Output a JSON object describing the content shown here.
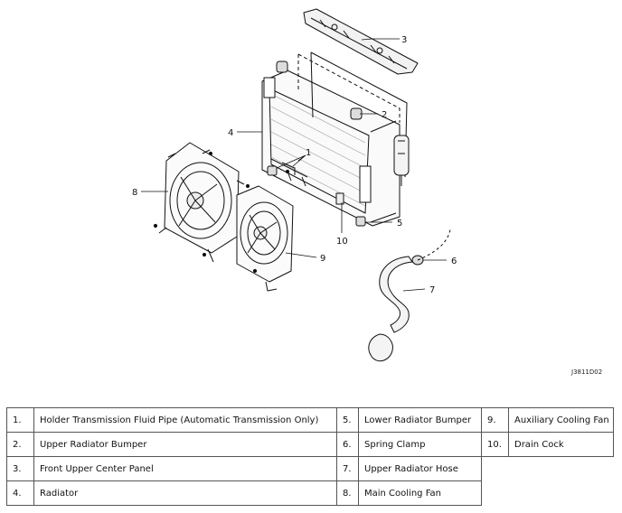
{
  "figure_code": "J3811D02",
  "callouts": [
    "1",
    "2",
    "3",
    "4",
    "5",
    "6",
    "7",
    "8",
    "9",
    "10"
  ],
  "legend": [
    [
      {
        "num": "1.",
        "text": "Holder Transmission Fluid Pipe (Automatic Transmission Only)"
      },
      {
        "num": "5.",
        "text": "Lower Radiator Bumper"
      },
      {
        "num": "9.",
        "text": "Auxiliary Cooling Fan"
      }
    ],
    [
      {
        "num": "2.",
        "text": "Upper Radiator Bumper"
      },
      {
        "num": "6.",
        "text": "Spring Clamp"
      },
      {
        "num": "10.",
        "text": "Drain Cock"
      }
    ],
    [
      {
        "num": "3.",
        "text": "Front Upper Center Panel"
      },
      {
        "num": "7.",
        "text": "Upper Radiator Hose"
      }
    ],
    [
      {
        "num": "4.",
        "text": "Radiator"
      },
      {
        "num": "8.",
        "text": "Main Cooling Fan"
      }
    ]
  ]
}
